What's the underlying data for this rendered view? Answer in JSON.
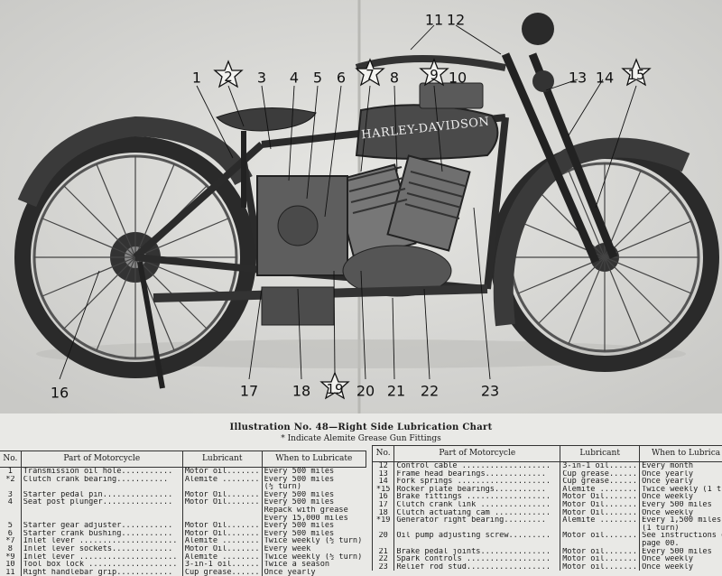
{
  "callouts": [
    {
      "n": "1",
      "starred": false
    },
    {
      "n": "2",
      "starred": true
    },
    {
      "n": "3",
      "starred": false
    },
    {
      "n": "4",
      "starred": false
    },
    {
      "n": "5",
      "starred": false
    },
    {
      "n": "6",
      "starred": false
    },
    {
      "n": "7",
      "starred": true
    },
    {
      "n": "8",
      "starred": false
    },
    {
      "n": "9",
      "starred": true
    },
    {
      "n": "10",
      "starred": false
    },
    {
      "n": "11",
      "starred": false
    },
    {
      "n": "12",
      "starred": false
    },
    {
      "n": "13",
      "starred": false
    },
    {
      "n": "14",
      "starred": false
    },
    {
      "n": "15",
      "starred": true
    },
    {
      "n": "16",
      "starred": false
    },
    {
      "n": "17",
      "starred": false
    },
    {
      "n": "18",
      "starred": false
    },
    {
      "n": "19",
      "starred": true
    },
    {
      "n": "20",
      "starred": false
    },
    {
      "n": "21",
      "starred": false
    },
    {
      "n": "22",
      "starred": false
    },
    {
      "n": "23",
      "starred": false
    }
  ],
  "emblem": "HARLEY-DAVIDSON",
  "caption": {
    "title": "Illustration No. 48—Right Side Lubrication Chart",
    "subtitle": "* Indicate Alemite Grease Gun Fittings"
  },
  "headers": {
    "no": "No.",
    "part": "Part of Motorcycle",
    "lubricant": "Lubricant",
    "when": "When to Lubricate",
    "when_right": "When to Lubrica"
  },
  "left_rows": [
    {
      "no": "1",
      "part": "Transmission oil hole...........",
      "lub": "Motor oil.......",
      "when": "Every 500 miles"
    },
    {
      "no": "*2",
      "part": "Clutch crank bearing...........",
      "lub": "Alemite ........",
      "when": "Every 500 miles"
    },
    {
      "no": "",
      "part": "",
      "lub": "",
      "when": "(½ turn)"
    },
    {
      "no": "3",
      "part": "Starter pedal pin...............",
      "lub": "Motor Oil.......",
      "when": "Every 500 miles"
    },
    {
      "no": "4",
      "part": "Seat post plunger...............",
      "lub": "Motor Oil.......",
      "when": "Every 500 miles"
    },
    {
      "no": "",
      "part": "",
      "lub": "",
      "when": "Repack with grease"
    },
    {
      "no": "",
      "part": "",
      "lub": "",
      "when": "Every 15,000 miles"
    },
    {
      "no": "5",
      "part": "Starter gear adjuster...........",
      "lub": "Motor Oil.......",
      "when": "Every 500 miles"
    },
    {
      "no": "6",
      "part": "Starter crank bushing...........",
      "lub": "Motor Oil.......",
      "when": "Every 500 miles"
    },
    {
      "no": "*7",
      "part": "Inlet lever .....................",
      "lub": "Alemite ........",
      "when": "Twice weekly (½ turn)"
    },
    {
      "no": "8",
      "part": "Inlet lever sockets.............",
      "lub": "Motor Oil.......",
      "when": "Every week"
    },
    {
      "no": "*9",
      "part": "Inlet lever .....................",
      "lub": "Alemite ........",
      "when": "Twice weekly (½ turn)"
    },
    {
      "no": "10",
      "part": "Tool box lock ...................",
      "lub": "3-in-1 oil......",
      "when": "Twice a season"
    },
    {
      "no": "11",
      "part": "Right handlebar grip............",
      "lub": "Cup grease......",
      "when": "Once yearly"
    }
  ],
  "right_rows": [
    {
      "no": "12",
      "part": "Control cable ...................",
      "lub": "3-in-1 oil......",
      "when": "Every month"
    },
    {
      "no": "13",
      "part": "Frame head bearings.............",
      "lub": "Cup grease......",
      "when": "Once yearly"
    },
    {
      "no": "14",
      "part": "Fork springs ....................",
      "lub": "Cup grease......",
      "when": "Once yearly"
    },
    {
      "no": "*15",
      "part": "Rocker plate bearings...........",
      "lub": "Alemite ........",
      "when": "Twice weekly (1 t"
    },
    {
      "no": "16",
      "part": "Brake fittings ..................",
      "lub": "Motor Oil.......",
      "when": "Once weekly"
    },
    {
      "no": "17",
      "part": "Clutch crank link ...............",
      "lub": "Motor Oil.......",
      "when": "Every 500 miles"
    },
    {
      "no": "18",
      "part": "Clutch actuating cam ............",
      "lub": "Motor Oil.......",
      "when": "Once weekly"
    },
    {
      "no": "*19",
      "part": "Generator right bearing.........",
      "lub": "Alemite ........",
      "when": "Every 1,500 miles"
    },
    {
      "no": "",
      "part": "",
      "lub": "",
      "when": "(1 turn)"
    },
    {
      "no": "20",
      "part": "Oil pump adjusting screw.........",
      "lub": "Motor oil.......",
      "when": "See instructions on"
    },
    {
      "no": "",
      "part": "",
      "lub": "",
      "when": "page 00."
    },
    {
      "no": "21",
      "part": "Brake pedal joints...............",
      "lub": "Motor oil.......",
      "when": "Every 500 miles"
    },
    {
      "no": "22",
      "part": "Spark controls ..................",
      "lub": "Motor oil.......",
      "when": "Once weekly"
    },
    {
      "no": "23",
      "part": "Relief rod stud..................",
      "lub": "Motor oil.......",
      "when": "Once weekly"
    }
  ]
}
